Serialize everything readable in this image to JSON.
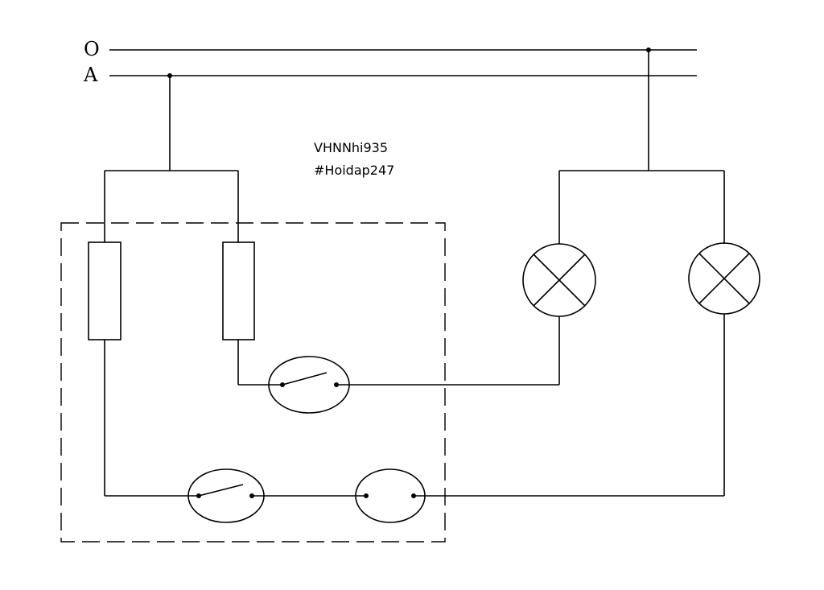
{
  "rails": {
    "top_label": "O",
    "bottom_label": "A"
  },
  "watermark": {
    "line1": "VHNNhi935",
    "line2": "#Hoidap247"
  },
  "components": {
    "fuses": [
      "fuse",
      "fuse"
    ],
    "lamps": [
      "lamp",
      "lamp"
    ],
    "switches": [
      "single-switch",
      "single-switch",
      "socket"
    ]
  },
  "colors": {
    "line": "#000000",
    "background": "#ffffff"
  }
}
